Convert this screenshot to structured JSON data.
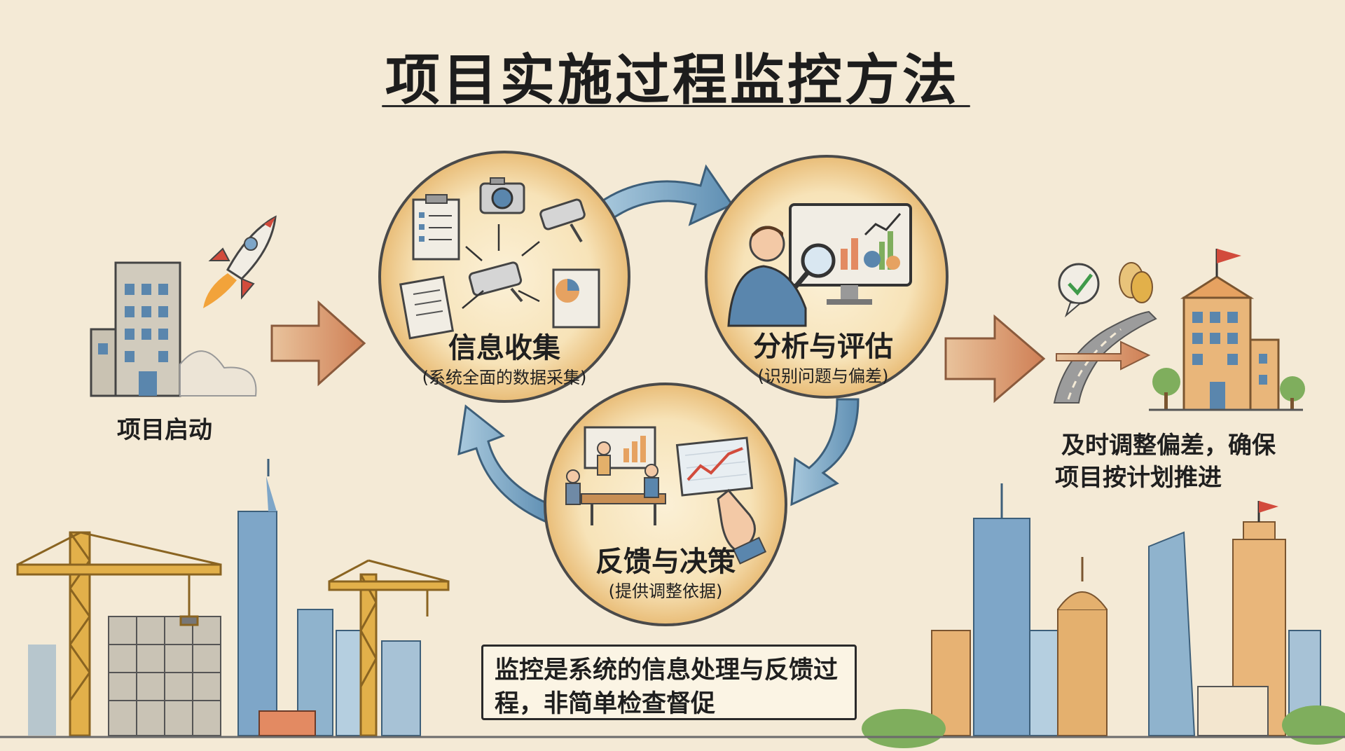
{
  "title": "项目实施过程监控方法",
  "start_label": "项目启动",
  "nodes": [
    {
      "title": "信息收集",
      "subtitle": "(系统全面的数据采集)"
    },
    {
      "title": "分析与评估",
      "subtitle": "(识别问题与偏差)"
    },
    {
      "title": "反馈与决策",
      "subtitle": "(提供调整依据)"
    }
  ],
  "outcome_label_line1": "及时调整偏差，确保",
  "outcome_label_line2": "项目按计划推进",
  "note_line1": "监控是系统的信息处理与反馈过",
  "note_line2": "程，非简单检查督促",
  "colors": {
    "background": "#f4ead6",
    "circle_fill": "#f6dfb2",
    "circle_edge": "#e2b26b",
    "cycle_arrow": "#7fa8c4",
    "flow_arrow": "#d99a6c",
    "building_blue": "#7ea6c8",
    "building_orange": "#e7b273",
    "crane": "#d9a43a"
  },
  "icons": [
    "rocket-icon",
    "office-building-icon",
    "clipboard-icon",
    "camera-icon",
    "security-camera-icon",
    "document-icon",
    "report-icon",
    "analyst-icon",
    "monitor-chart-icon",
    "magnifier-icon",
    "meeting-icon",
    "trend-board-icon",
    "pointing-hand-icon",
    "check-bubble-icon",
    "road-icon",
    "flag-building-icon",
    "crane-icon",
    "skyline-icon"
  ]
}
